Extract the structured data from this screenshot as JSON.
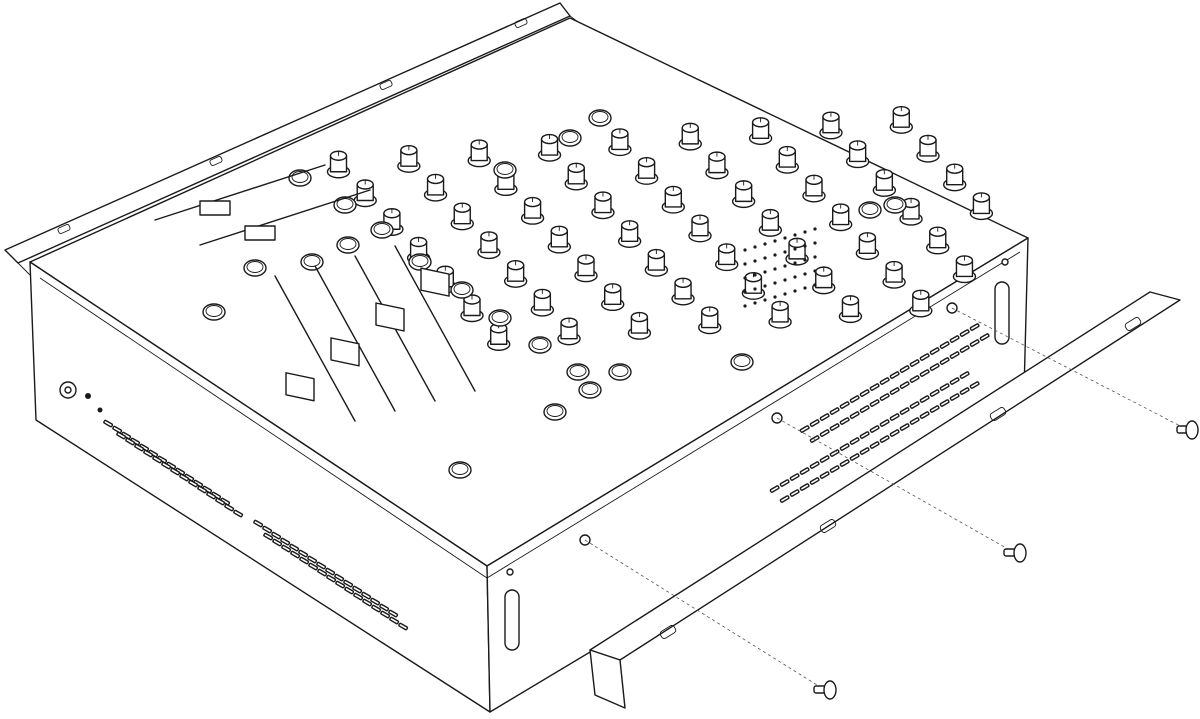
{
  "diagram": {
    "subject": "mixer-with-rack-ear-mounting",
    "colors": {
      "line": "#1a1a1a",
      "background": "#ffffff",
      "guide": "#555555"
    },
    "knob_rows": 7,
    "knobs_per_row": 9,
    "channel_faders": 4,
    "crossfaders": 2,
    "screws": 3
  }
}
